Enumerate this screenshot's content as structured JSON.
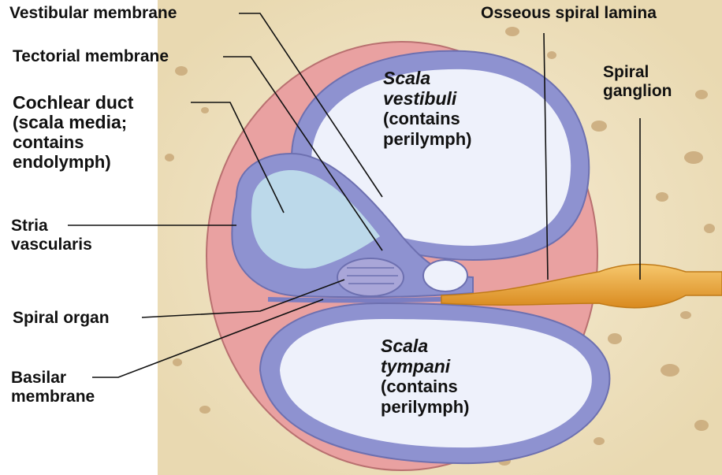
{
  "labels": {
    "vestibular_membrane": "Vestibular membrane",
    "tectorial_membrane": "Tectorial membrane",
    "cochlear_duct_1": "Cochlear duct",
    "cochlear_duct_2a": "(",
    "cochlear_duct_2b": "scala media",
    "cochlear_duct_2c": ";",
    "cochlear_duct_3": "contains",
    "cochlear_duct_4": "endolymph)",
    "stria_1": "Stria",
    "stria_2": "vascularis",
    "spiral_organ": "Spiral organ",
    "basilar_1": "Basilar",
    "basilar_2": "membrane",
    "osseous_spiral_lamina": "Osseous spiral lamina",
    "spiral_ganglion_1": "Spiral",
    "spiral_ganglion_2": "ganglion",
    "scala_vestibuli_1": "Scala",
    "scala_vestibuli_2": "vestibuli",
    "scala_vestibuli_3": "(contains",
    "scala_vestibuli_4": "perilymph)",
    "scala_tympani_1": "Scala",
    "scala_tympani_2": "tympani",
    "scala_tympani_3": "(contains",
    "scala_tympani_4": "perilymph)"
  },
  "colors": {
    "bone": "#f1e6c8",
    "bone_pore": "#c9a97a",
    "wall": "#e9a1a1",
    "membrane": "#8e92d0",
    "chamber": "#eef1fb",
    "duct": "#bcd9ea",
    "nerve": "#f0b24a",
    "line": "#111111"
  }
}
